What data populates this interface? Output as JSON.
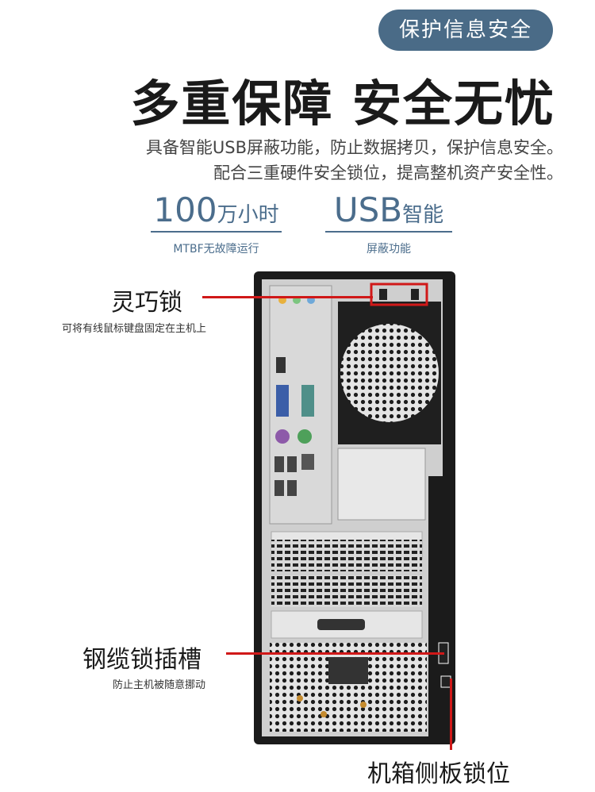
{
  "badge": "保护信息安全",
  "headline": "多重保障 安全无忧",
  "subtitle_lines": [
    "具备智能USB屏蔽功能，防止数据拷贝，保护信息安全。",
    "配合三重硬件安全锁位，提高整机资产安全性。"
  ],
  "stats": [
    {
      "big": "100",
      "small": "万小时",
      "caption": "MTBF无故障运行"
    },
    {
      "big": "USB",
      "small": "智能",
      "caption": "屏蔽功能"
    }
  ],
  "annotations": {
    "lock1": {
      "title": "灵巧锁",
      "desc": "可将有线鼠标键盘固定在主机上"
    },
    "lock2": {
      "title": "钢缆锁插槽",
      "desc": "防止主机被随意挪动"
    },
    "lock3": {
      "title": "机箱侧板锁位"
    }
  },
  "colors": {
    "accent": "#4b6d8c",
    "badge_bg": "#4a6b87",
    "callout": "#d01818"
  }
}
